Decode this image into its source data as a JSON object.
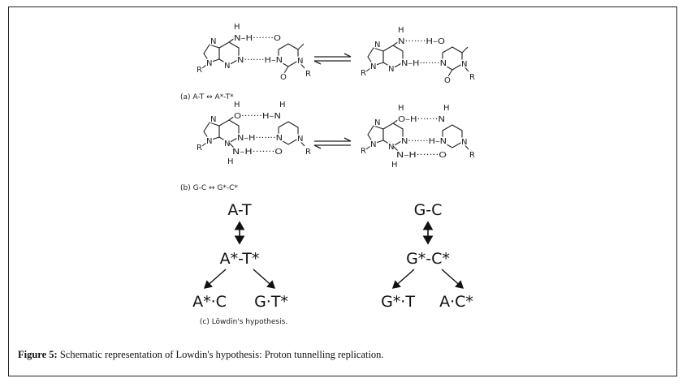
{
  "panels": {
    "a": {
      "label": "(a) A-T ↔ A*-T*",
      "left": {
        "rows": [
          "N–H·······O",
          "N·······H–N"
        ],
        "purine": [
          "N",
          "N",
          "R",
          "N",
          "H"
        ],
        "pyrimidine": [
          "O",
          "N",
          "R"
        ]
      },
      "right": {
        "rows": [
          "N·······H–O",
          "N–H·······N"
        ],
        "purine": [
          "N",
          "N",
          "R",
          "N",
          "H"
        ],
        "pyrimidine": [
          "O",
          "N",
          "R"
        ]
      }
    },
    "b": {
      "label": "(b) G-C ↔ G*-C*",
      "left": {
        "rows": [
          "O·······H–N",
          "N–H·······N",
          "N–H·······O"
        ],
        "purine": [
          "N",
          "N",
          "R",
          "N",
          "H",
          "H"
        ],
        "pyrimidine": [
          "N",
          "R"
        ]
      },
      "right": {
        "rows": [
          "O–H·······N",
          "N·······H–N",
          "N–H·······O"
        ],
        "purine": [
          "N",
          "N",
          "R",
          "N",
          "H",
          "H"
        ],
        "pyrimidine": [
          "N",
          "R"
        ]
      }
    },
    "c": {
      "label": "(c) Löwdin's hypothesis.",
      "left": {
        "top": "A-T",
        "middle": "A*-T*",
        "bottom_left": "A*·C",
        "bottom_right": "G·T*"
      },
      "right": {
        "top": "G-C",
        "middle": "G*-C*",
        "bottom_left": "G*·T",
        "bottom_right": "A·C*"
      }
    }
  },
  "caption": {
    "prefix": "Figure 5:",
    "text": " Schematic representation of Lowdin's hypothesis: Proton tunnelling replication."
  }
}
